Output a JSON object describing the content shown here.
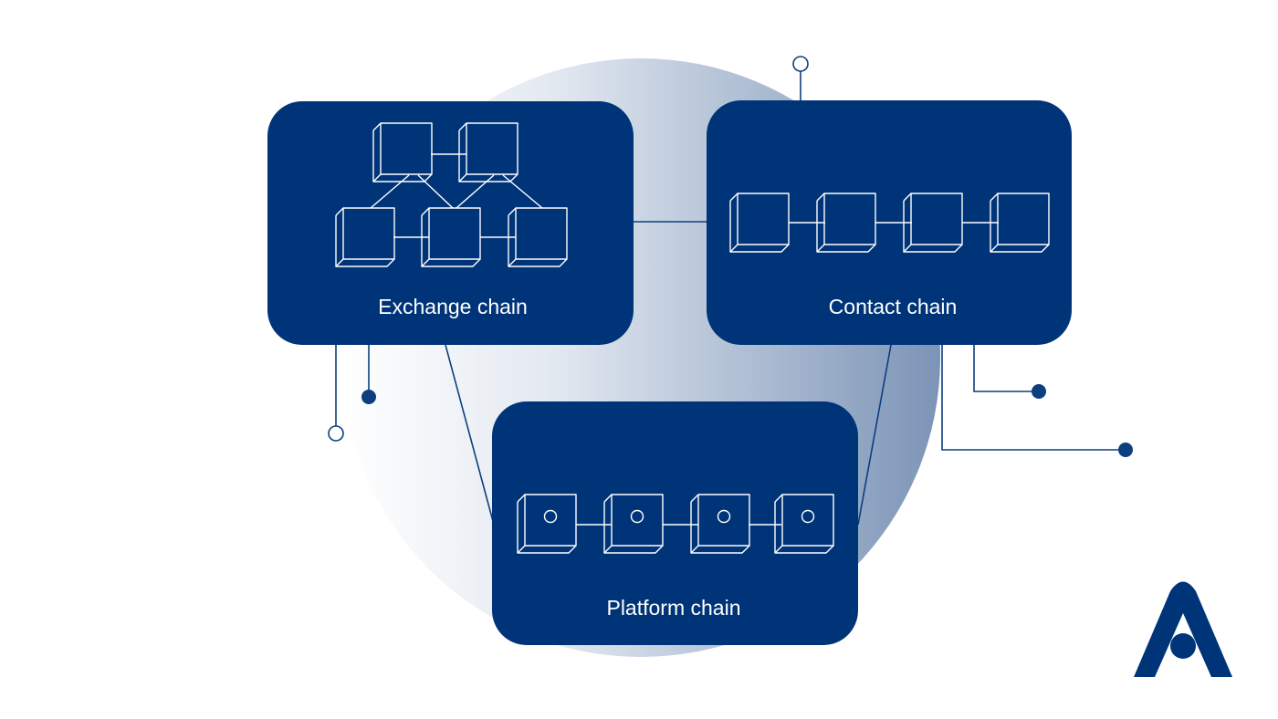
{
  "colors": {
    "navy": "#003478",
    "line": "#0d3e7f",
    "background": "#ffffff",
    "globe_gradient": [
      "#ffffff",
      "#dfe6ef",
      "#7d95b8"
    ]
  },
  "chains": {
    "exchange": {
      "label": "Exchange chain",
      "block_count": 5,
      "layout": "network"
    },
    "contact": {
      "label": "Contact chain",
      "block_count": 4,
      "layout": "linear"
    },
    "platform": {
      "label": "Platform chain",
      "block_count": 4,
      "layout": "linear-with-marker"
    }
  },
  "logo": {
    "icon": "avalanche-a-logo-icon"
  }
}
